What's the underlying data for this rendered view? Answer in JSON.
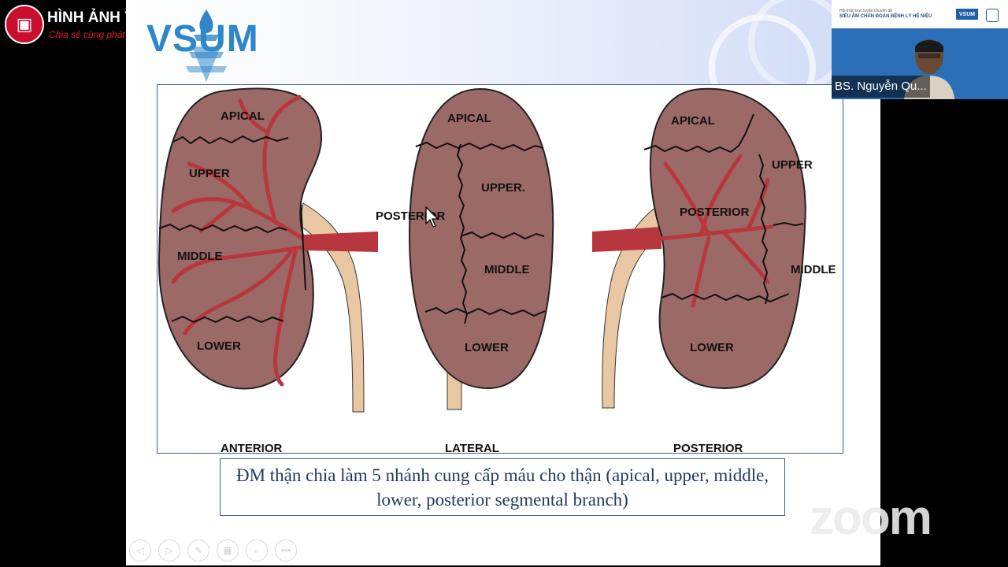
{
  "channel": {
    "name": "HÌNH ẢNH Y KHOA",
    "tagline": "Chia sẻ cùng phát triển"
  },
  "slide": {
    "logo_text": "VSUM",
    "figure": {
      "kidneys": [
        {
          "view": "ANTERIOR",
          "segments": [
            "APICAL",
            "UPPER",
            "MIDDLE",
            "LOWER"
          ]
        },
        {
          "view": "LATERAL",
          "segments": [
            "APICAL",
            "UPPER.",
            "POSTERIOR",
            "MIDDLE",
            "LOWER"
          ]
        },
        {
          "view": "POSTERIOR",
          "segments": [
            "APICAL",
            "UPPER",
            "POSTERIOR",
            "MIDDLE",
            "LOWER"
          ]
        }
      ]
    },
    "caption": "ĐM thận chia làm 5 nhánh cung cấp máu cho thận (apical, upper, middle, lower, posterior segmental branch)"
  },
  "video_tile": {
    "participant_name": "BS. Nguyễn Qu...",
    "banner_line1": "Hội thảo trực tuyến chuyên đề",
    "banner_line2": "SIÊU ÂM CHẨN ĐOÁN BỆNH LÝ HỆ NIỆU",
    "banner_logo": "VSUM"
  },
  "watermark": "zoom",
  "controls": [
    {
      "name": "prev-slide-icon",
      "glyph": "◁"
    },
    {
      "name": "next-slide-icon",
      "glyph": "▷"
    },
    {
      "name": "pen-icon",
      "glyph": "✎"
    },
    {
      "name": "slides-icon",
      "glyph": "▦"
    },
    {
      "name": "zoom-icon",
      "glyph": "⌕"
    },
    {
      "name": "more-icon",
      "glyph": "•••"
    }
  ],
  "colors": {
    "kidney_fill": "#9c6a66",
    "artery": "#b8363d",
    "ureter": "#e9c7a3",
    "frame_border": "#3b5a8a",
    "vsum_blue": "#2f86c8"
  }
}
